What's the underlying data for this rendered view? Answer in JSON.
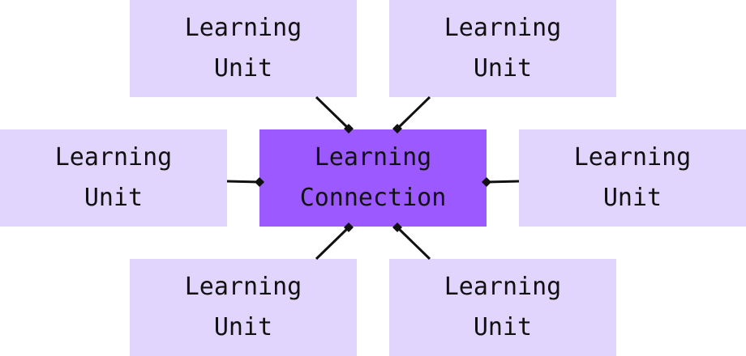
{
  "center": {
    "label": "Learning\nConnection"
  },
  "units": [
    {
      "label": "Learning\nUnit"
    },
    {
      "label": "Learning\nUnit"
    },
    {
      "label": "Learning\nUnit"
    },
    {
      "label": "Learning\nUnit"
    },
    {
      "label": "Learning\nUnit"
    },
    {
      "label": "Learning\nUnit"
    }
  ],
  "colors": {
    "hub_fill": "#9b59ff",
    "unit_fill": "#e2d5fd",
    "edge": "#111111"
  }
}
